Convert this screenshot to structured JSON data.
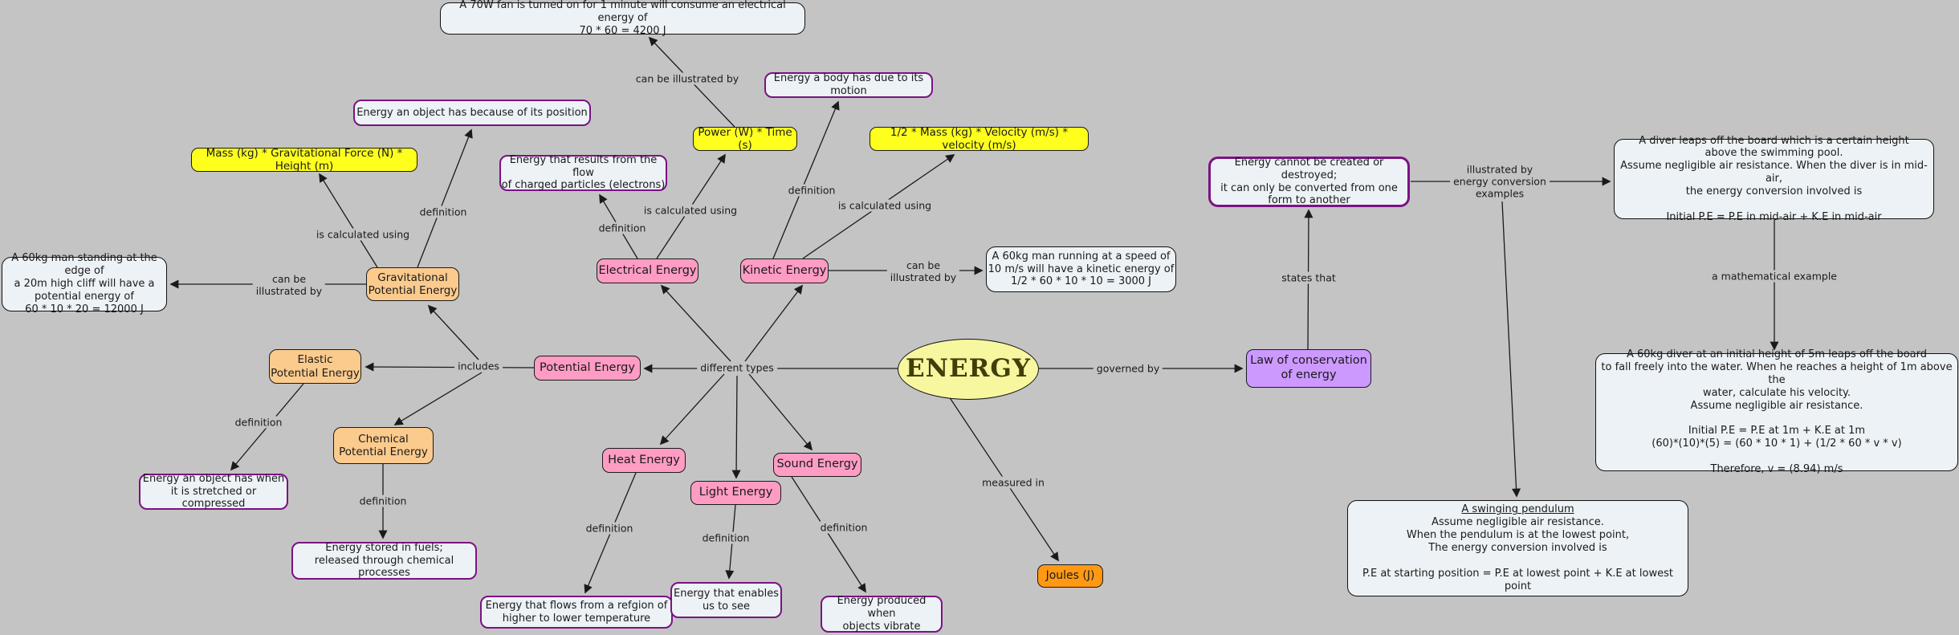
{
  "colors": {
    "background": "#c4c4c4",
    "pink_node": "#ff9cc4",
    "orange_node": "#fbca8d",
    "yellow_node": "#ffff1e",
    "purple_node": "#cc99ff",
    "joules_node": "#ff9914",
    "definition_border": "#7b1283",
    "white_box": "#edf2f6",
    "energy_fill": "#f7f7a0"
  },
  "nodes": {
    "energy": "ENERGY",
    "potential": "Potential Energy",
    "gravitational": "Gravitational\nPotential Energy",
    "elastic": "Elastic\nPotential Energy",
    "chemical": "Chemical\nPotential Energy",
    "electrical": "Electrical Energy",
    "kinetic": "Kinetic Energy",
    "heat": "Heat Energy",
    "light": "Light Energy",
    "sound": "Sound Energy",
    "law": "Law of conservation\nof energy",
    "joules": "Joules (J)"
  },
  "formulas": {
    "mgh": "Mass (kg) * Gravitational Force (N) * Height (m)",
    "power_time": "Power (W) * Time (s)",
    "kinetic": "1/2 * Mass (kg) * Velocity (m/s) * velocity (m/s)"
  },
  "definitions": {
    "position": "Energy an object has because of its position",
    "motion": "Energy a body has due to its motion",
    "electrical": "Energy that results from the flow\nof charged particles (electrons)",
    "elastic": "Energy an object has when\nit is stretched or compressed",
    "chemical": "Energy stored in fuels;\nreleased through chemical processes",
    "heat": "Energy that flows from a refgion of\nhigher to lower temperature",
    "light": "Energy that enables\nus to see",
    "sound": "Energy produced when\nobjects vibrate",
    "law_statement": "Energy cannot be created or destroyed;\nit can only be converted from one\nform to another"
  },
  "examples": {
    "fan": "A 70W fan is turned on for 1 minute will consume an electrical energy of\n70 * 60 = 4200 J",
    "cliff": "A 60kg man standing at the edge of\na 20m high cliff will have a\npotential energy of\n60 * 10 * 20 = 12000 J",
    "running": "A 60kg man running at a speed of\n10 m/s will have a kinetic energy of\n1/2 * 60 * 10 * 10 = 3000 J",
    "diver": "A diver leaps off the board which is a certain height\nabove the swimming pool.\nAssume negligible air resistance. When the diver is in mid-air,\nthe energy conversion involved is\n\nInitial P.E = P.E in mid-air + K.E in mid-air",
    "diver_math": "A 60kg diver at an initial height of 5m leaps off the board\nto fall freely into the water. When he reaches a height of 1m above the\nwater, calculate his velocity.\nAssume negligible air resistance.\n\nInitial P.E = P.E at 1m + K.E at 1m\n(60)*(10)*(5) = (60 * 10 * 1) + (1/2 * 60 * v * v)\n\nTherefore, v = (8.94) m/s"
  },
  "pendulum": {
    "title": "A swinging pendulum",
    "body": "Assume negligible air resistance.\nWhen the pendulum is at the lowest point,\nThe energy conversion involved is\n\nP.E at starting position = P.E at lowest point + K.E at lowest point"
  },
  "links": {
    "governed_by": "governed by",
    "states_that": "states that",
    "illustrated_by_examples": "illustrated by\nenergy conversion\nexamples",
    "math_example": "a mathematical example",
    "different_types": "different types",
    "includes": "includes",
    "measured_in": "measured in",
    "definition": "definition",
    "is_calculated_using": "is calculated using",
    "can_be_illustrated_by": "can be illustrated by",
    "can_be_illustrated_by_2line": "can be\nillustrated by"
  }
}
